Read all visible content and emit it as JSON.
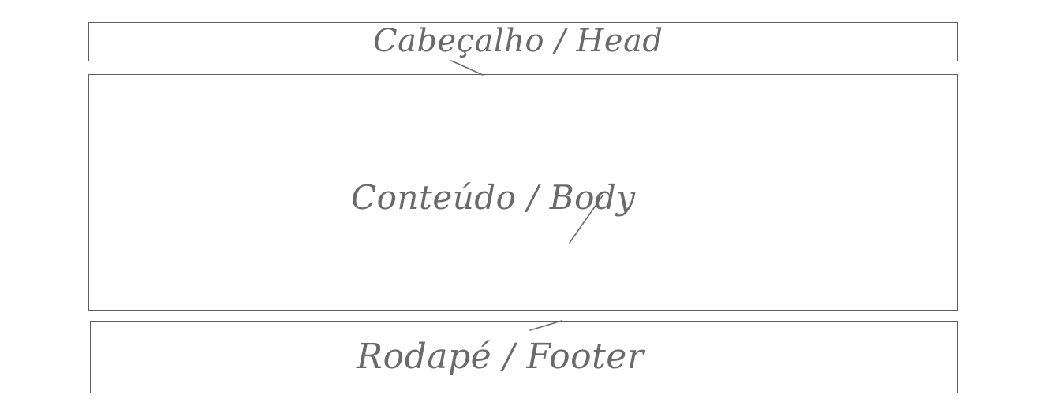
{
  "diagram": {
    "head_label": "Cabeçalho / Head",
    "body_label": "Conteúdo / Body",
    "footer_label": "Rodapé / Footer"
  }
}
